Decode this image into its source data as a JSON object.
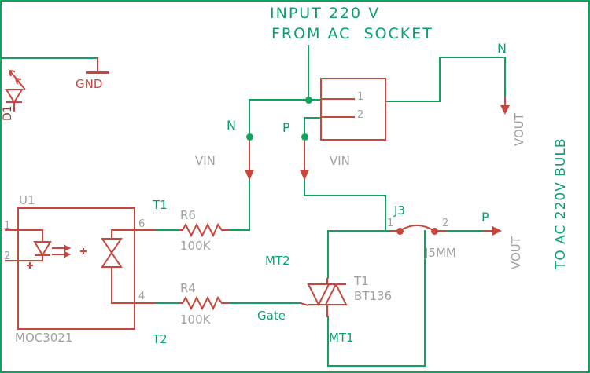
{
  "colors": {
    "wire_green": "#0FA35E",
    "label_teal": "#0B9E74",
    "component_red": "#C8463C",
    "text_gray": "#9FA0A0",
    "dark_red": "#94403B",
    "background": "#FFFFFF"
  },
  "title": {
    "line1": "INPUT 220 V",
    "line2": "FROM AC  SOCKET"
  },
  "top_left": {
    "diode_ref": "D1",
    "gnd_label": "GND"
  },
  "ac_socket": {
    "pin1": "1",
    "pin2": "2"
  },
  "nets": {
    "n_top": "N",
    "vout_top": "VOUT",
    "n_mid": "N",
    "p_mid": "P",
    "vin_left": "VIN",
    "vin_right": "VIN",
    "t1": "T1",
    "t2": "T2",
    "gate": "Gate",
    "mt2": "MT2",
    "mt1": "MT1",
    "p_out": "P",
    "vout_bottom": "VOUT"
  },
  "output": {
    "bulb_label": "TO AC 220V BULB"
  },
  "optocoupler": {
    "ref": "U1",
    "value": "MOC3021",
    "pin1": "1",
    "pin2": "2",
    "pin6": "6",
    "pin4": "4"
  },
  "resistors": {
    "r6_ref": "R6",
    "r6_value": "100K",
    "r4_ref": "R4",
    "r4_value": "100K"
  },
  "triac": {
    "ref": "T1",
    "value": "BT136"
  },
  "jumper": {
    "ref": "J3",
    "value": "J5MM",
    "pin1": "1",
    "pin2": "2"
  }
}
